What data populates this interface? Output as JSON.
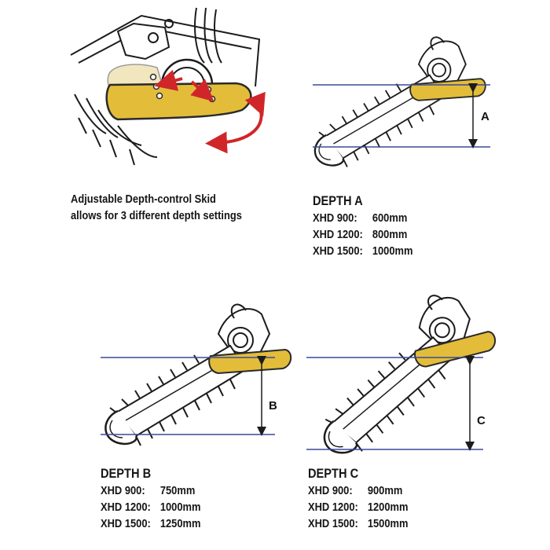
{
  "caption": {
    "line1": "Adjustable Depth-control Skid",
    "line2": "allows for 3 different depth settings"
  },
  "depths": [
    {
      "title": "DEPTH A",
      "letter": "A",
      "rows": [
        {
          "model": "XHD 900:",
          "value": "600mm"
        },
        {
          "model": "XHD 1200:",
          "value": "800mm"
        },
        {
          "model": "XHD 1500:",
          "value": "1000mm"
        }
      ]
    },
    {
      "title": "DEPTH B",
      "letter": "B",
      "rows": [
        {
          "model": "XHD 900:",
          "value": "750mm"
        },
        {
          "model": "XHD 1200:",
          "value": "1000mm"
        },
        {
          "model": "XHD 1500:",
          "value": "1250mm"
        }
      ]
    },
    {
      "title": "DEPTH C",
      "letter": "C",
      "rows": [
        {
          "model": "XHD 900:",
          "value": "900mm"
        },
        {
          "model": "XHD 1200:",
          "value": "1200mm"
        },
        {
          "model": "XHD 1500:",
          "value": "1500mm"
        }
      ]
    }
  ],
  "colors": {
    "skid": "#e3bd3a",
    "skid_outline": "#2a2a2a",
    "arrow": "#d0262a",
    "guide_line": "#3b4a9a",
    "ink": "#1c1c1c"
  },
  "icons": [
    "skid-adjust-illustration",
    "trencher-depth-a",
    "trencher-depth-b",
    "trencher-depth-c"
  ]
}
